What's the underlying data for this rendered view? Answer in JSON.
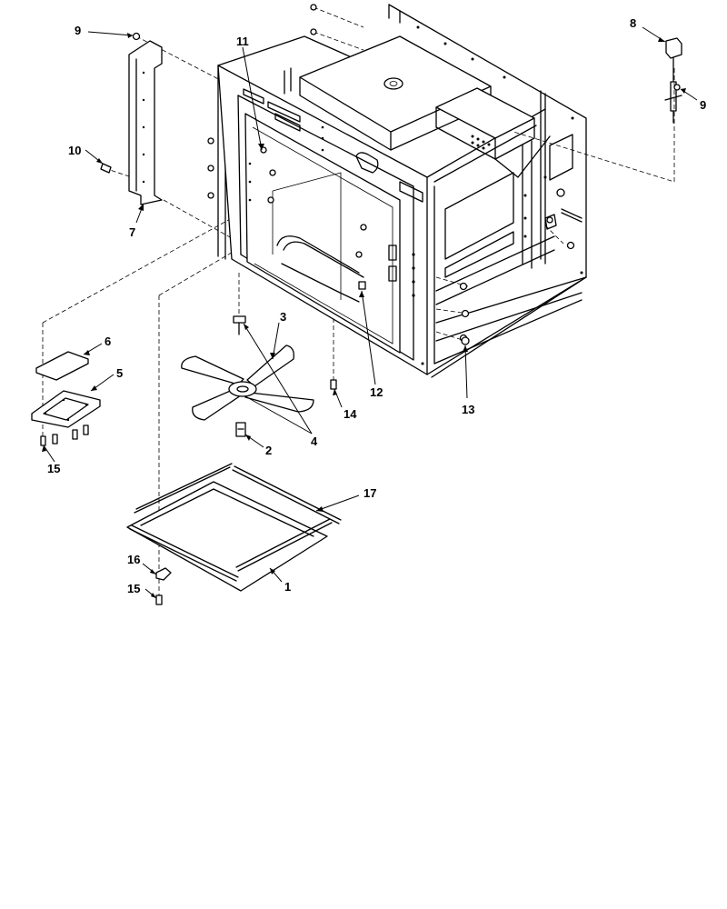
{
  "callouts": [
    {
      "id": "c9a",
      "label": "9"
    },
    {
      "id": "c11",
      "label": "11"
    },
    {
      "id": "c10",
      "label": "10"
    },
    {
      "id": "c7",
      "label": "7"
    },
    {
      "id": "c8",
      "label": "8"
    },
    {
      "id": "c9b",
      "label": "9"
    },
    {
      "id": "c6",
      "label": "6"
    },
    {
      "id": "c5",
      "label": "5"
    },
    {
      "id": "c15a",
      "label": "15"
    },
    {
      "id": "c3",
      "label": "3"
    },
    {
      "id": "c4",
      "label": "4"
    },
    {
      "id": "c2",
      "label": "2"
    },
    {
      "id": "c12",
      "label": "12"
    },
    {
      "id": "c14",
      "label": "14"
    },
    {
      "id": "c13",
      "label": "13"
    },
    {
      "id": "c17",
      "label": "17"
    },
    {
      "id": "c16",
      "label": "16"
    },
    {
      "id": "c15b",
      "label": "15"
    },
    {
      "id": "c1",
      "label": "1"
    }
  ]
}
